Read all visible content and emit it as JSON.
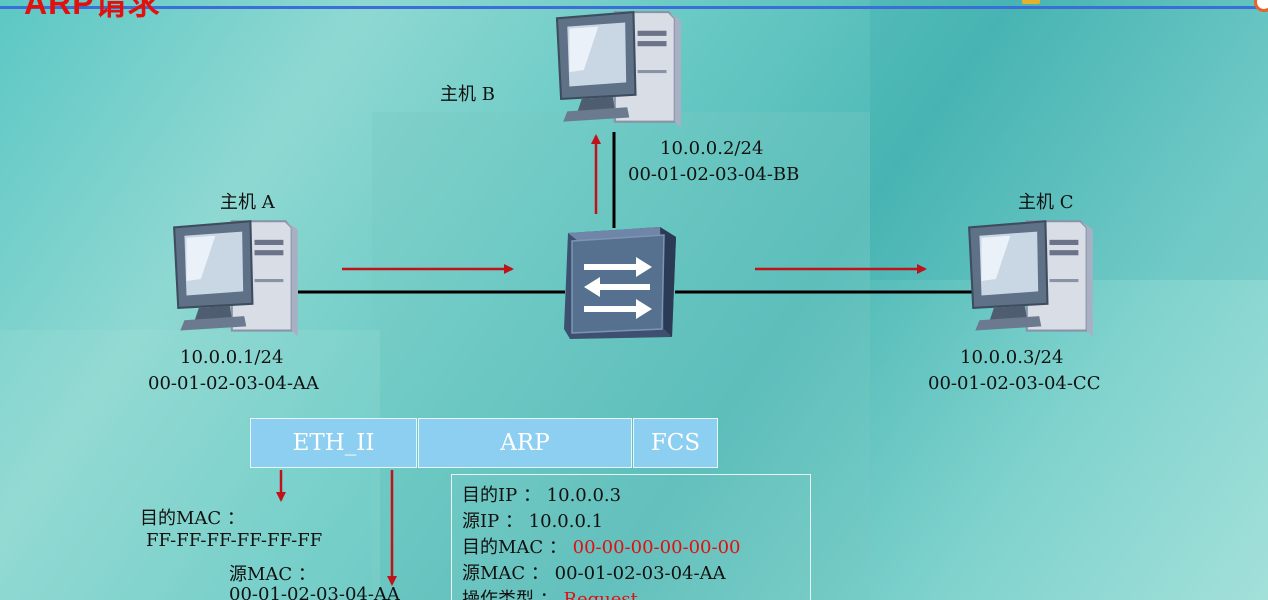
{
  "header": {
    "title": "ARP请求"
  },
  "hosts": {
    "a": {
      "name": "主机 A",
      "ip": "10.0.0.1/24",
      "mac": "00-01-02-03-04-AA"
    },
    "b": {
      "name": "主机 B",
      "ip": "10.0.0.2/24",
      "mac": "00-01-02-03-04-BB"
    },
    "c": {
      "name": "主机 C",
      "ip": "10.0.0.3/24",
      "mac": "00-01-02-03-04-CC"
    }
  },
  "frame": {
    "eth": "ETH_II",
    "arp": "ARP",
    "fcs": "FCS"
  },
  "eth_fields": {
    "dst_label": "目的MAC ：",
    "dst_value": "FF-FF-FF-FF-FF-FF",
    "src_label": "源MAC ：",
    "src_value": "00-01-02-03-04-AA"
  },
  "arp_fields": {
    "target_ip_label": "目的IP ： ",
    "target_ip_value": "10.0.0.3",
    "sender_ip_label": "源IP ： ",
    "sender_ip_value": "10.0.0.1",
    "target_mac_label": "目的MAC ： ",
    "target_mac_value": "00-00-00-00-00-00",
    "sender_mac_label": "源MAC ： ",
    "sender_mac_value": "00-01-02-03-04-AA",
    "op_label": "操作类型 ： ",
    "op_value": "Request"
  },
  "colors": {
    "title": "#e0110f",
    "arrow": "#c0121a",
    "frame_cell": "#8ccff0",
    "background": "#5cc7c4"
  },
  "icons": {
    "host": "desktop-computer-icon",
    "switch": "switch-icon"
  }
}
